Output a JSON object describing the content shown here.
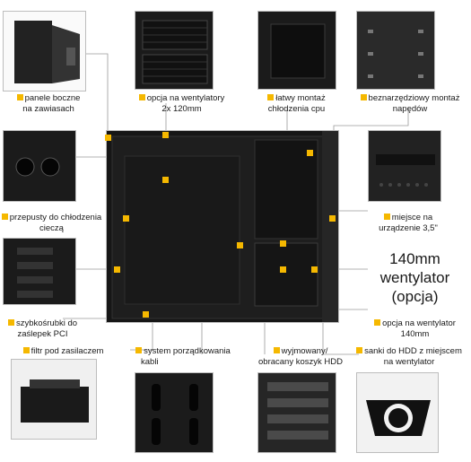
{
  "labels": {
    "panele": [
      "panele boczne",
      "na zawiasach"
    ],
    "wentylatory2x": [
      "opcja na wentylatory",
      "2x 120mm"
    ],
    "montaz_cpu": [
      "łatwy montaż",
      "chłodzenia cpu"
    ],
    "beznarzedziowy": [
      "beznarzędziowy montaż",
      "napędów"
    ],
    "przepusty": [
      "przepusty do chłodzenia",
      "cieczą"
    ],
    "miejsce35": [
      "miejsce na",
      "urządzenie 3,5\""
    ],
    "wentylator140_big": [
      "140mm",
      "wentylator",
      "(opcja)"
    ],
    "szybkosrubki": [
      "szybkośrubki do",
      "zaślepek PCI"
    ],
    "opcja140": [
      "opcja na wentylator",
      "140mm"
    ],
    "filtr": [
      "filtr pod zasilaczem"
    ],
    "porzadkowanie": [
      "system porządkowania",
      "kabli"
    ],
    "koszyk": [
      "wyjmowany/",
      "obracany koszyk HDD"
    ],
    "sanki": [
      "sanki do HDD z miejscem",
      "na wentylator"
    ]
  },
  "colors": {
    "accent": "#f5b800",
    "line": "#9a9a9a"
  }
}
